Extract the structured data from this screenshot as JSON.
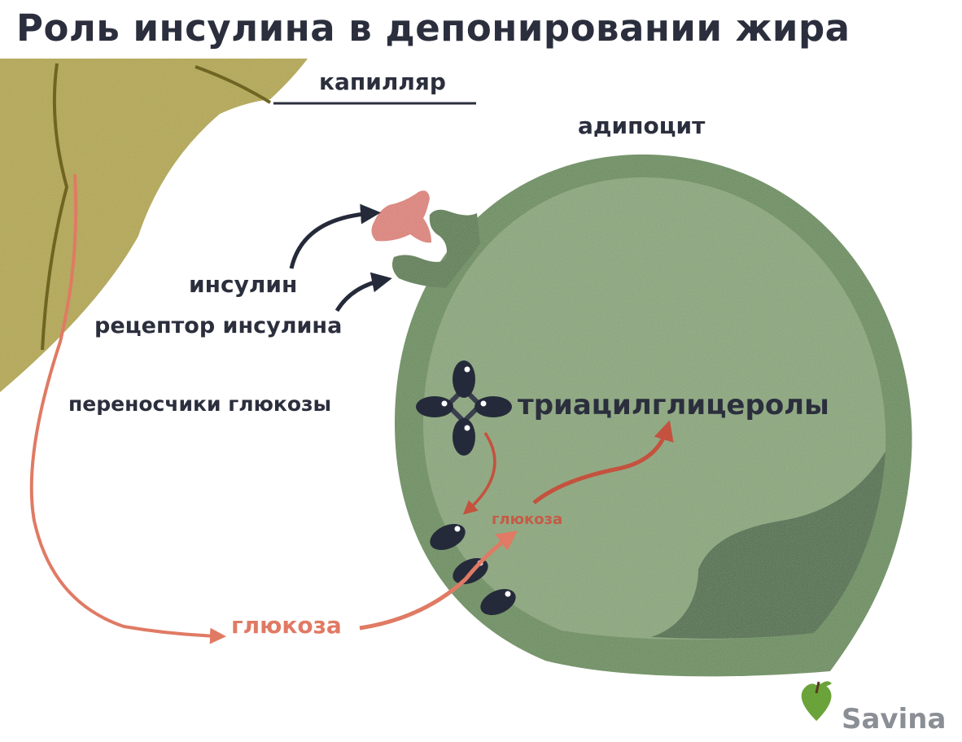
{
  "title": "Роль инсулина в депонировании жира",
  "labels": {
    "capillary": "капилляр",
    "adipocyte": "адипоцит",
    "insulin": "инсулин",
    "insulin_receptor": "рецептор инсулина",
    "glucose_transporters": "переносчики глюкозы",
    "triacylglycerols": "триацилглицеролы",
    "glucose_inside": "глюкоза",
    "glucose_outside": "глюкоза"
  },
  "brand": {
    "name": "Savina",
    "icon": "apple-heart-icon"
  },
  "colors": {
    "capillary": "#b5a84a",
    "cell_membrane": "#6b8f5c",
    "cell_interior": "#8aa77a",
    "nucleus_region": "#4d6e47",
    "insulin": "#e0837a",
    "transporter": "#252a3a",
    "glucose_arrow": "#e07a64",
    "text": "#2b2f3d"
  }
}
